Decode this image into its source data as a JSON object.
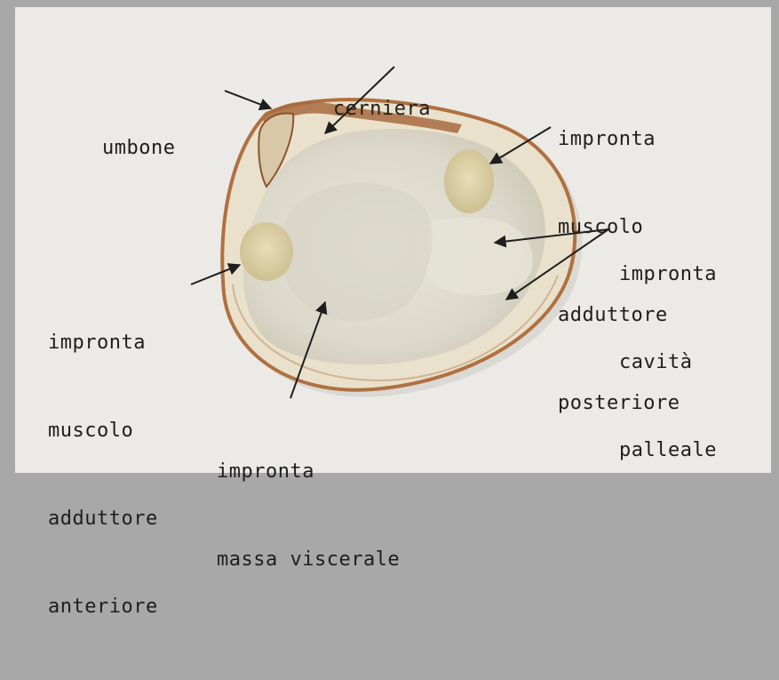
{
  "labels": {
    "cerniera": [
      "cerniera"
    ],
    "umbone": [
      "umbone"
    ],
    "posteriore": [
      "impronta",
      "muscolo",
      "adduttore",
      "posteriore"
    ],
    "cavita": [
      "impronta",
      "cavità",
      "palleale"
    ],
    "anteriore": [
      "impronta",
      "muscolo",
      "adduttore",
      "anteriore"
    ],
    "viscerale": [
      "impronta",
      "massa viscerale"
    ]
  },
  "colors": {
    "background": "#ebeae6",
    "frame": "#a8a8a8",
    "shell_rim": "#b07040",
    "shell_inner": "#ddd9cc",
    "text": "#1e1e1e"
  }
}
